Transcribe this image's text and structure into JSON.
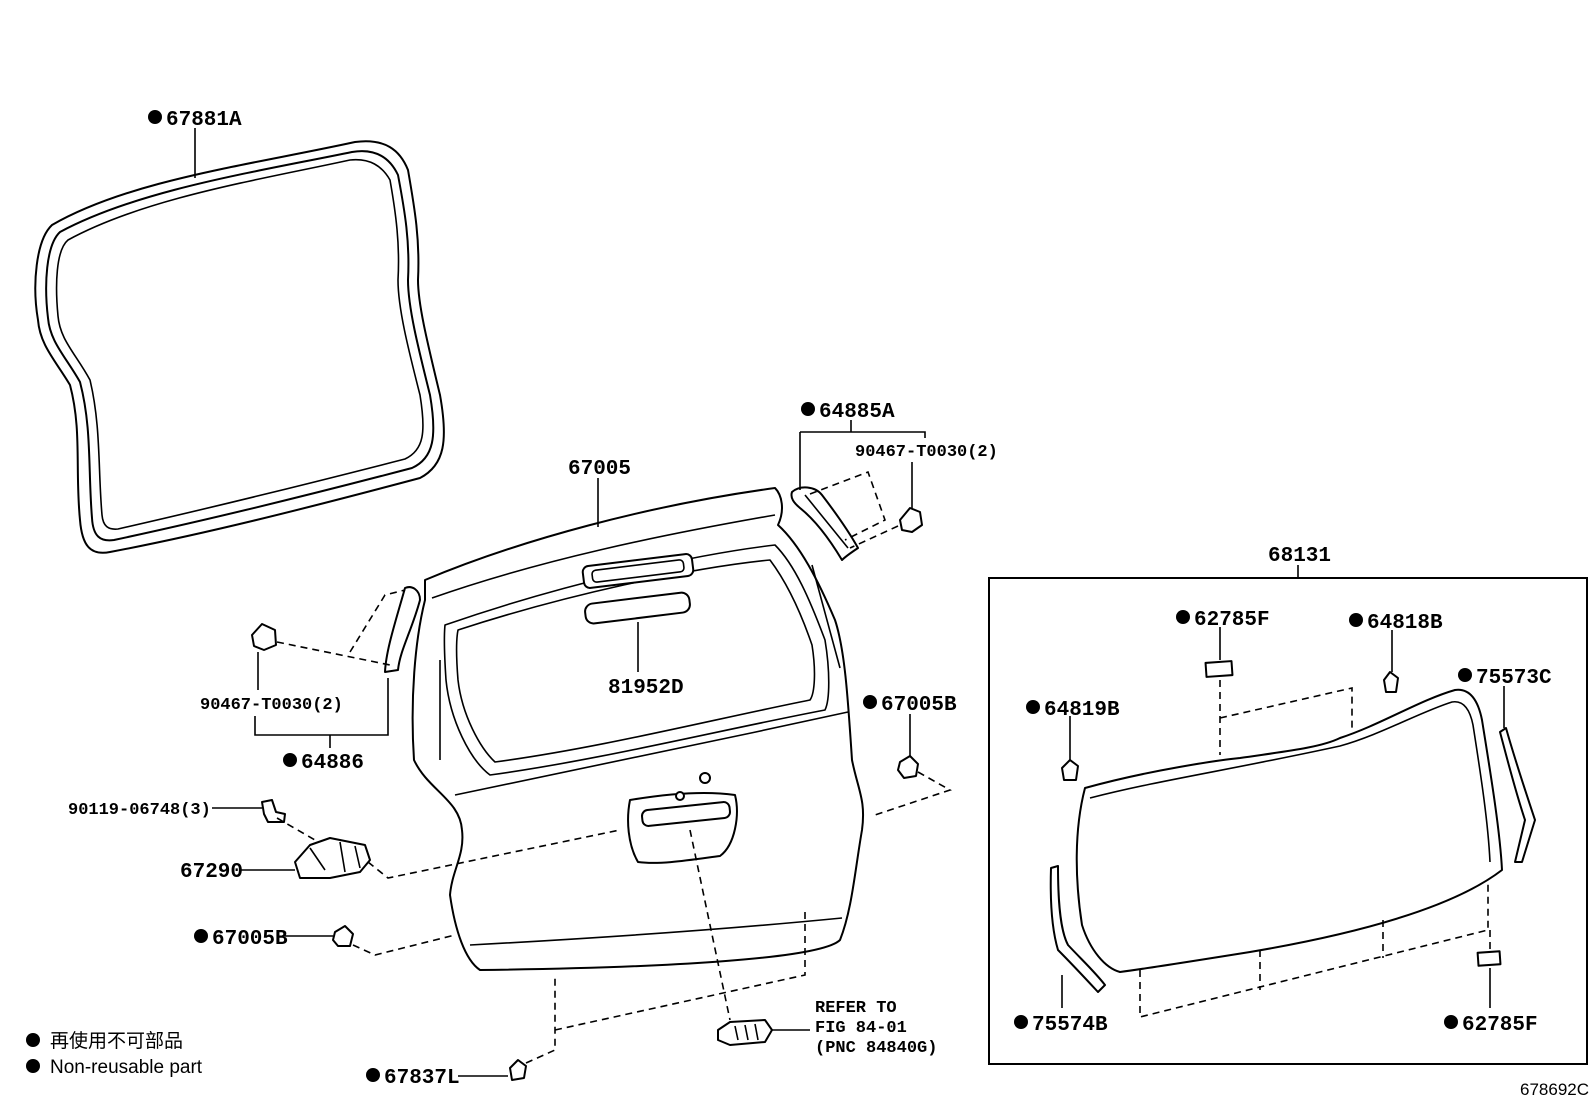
{
  "callouts": {
    "weatherstrip": "67881A",
    "backdoor_panel": "67005",
    "hinge_cover_r": "64885A",
    "screw_r": "90467-T0030(2)",
    "screw_l": "90467-T0030(2)",
    "hinge_cover_l": "64886",
    "stop_lamp": "81952D",
    "cushion_upper": "67005B",
    "bolt": "90119-06748(3)",
    "damper_bracket": "67290",
    "cushion_lower": "67005B",
    "clip_bottom": "67837L",
    "refer_line1": "REFER TO",
    "refer_line2": "FIG 84-01",
    "refer_line3": "(PNC 84840G)",
    "spoiler_assy": "68131",
    "spacer_top": "62785F",
    "clip_b": "64818B",
    "clip_c": "64819B",
    "seal_right": "75573C",
    "seal_left": "75574B",
    "spacer_bottom": "62785F"
  },
  "legend": {
    "symbol": "●",
    "jp": "再使用不可部品",
    "en": "Non-reusable part"
  },
  "figure_id": "678692C"
}
